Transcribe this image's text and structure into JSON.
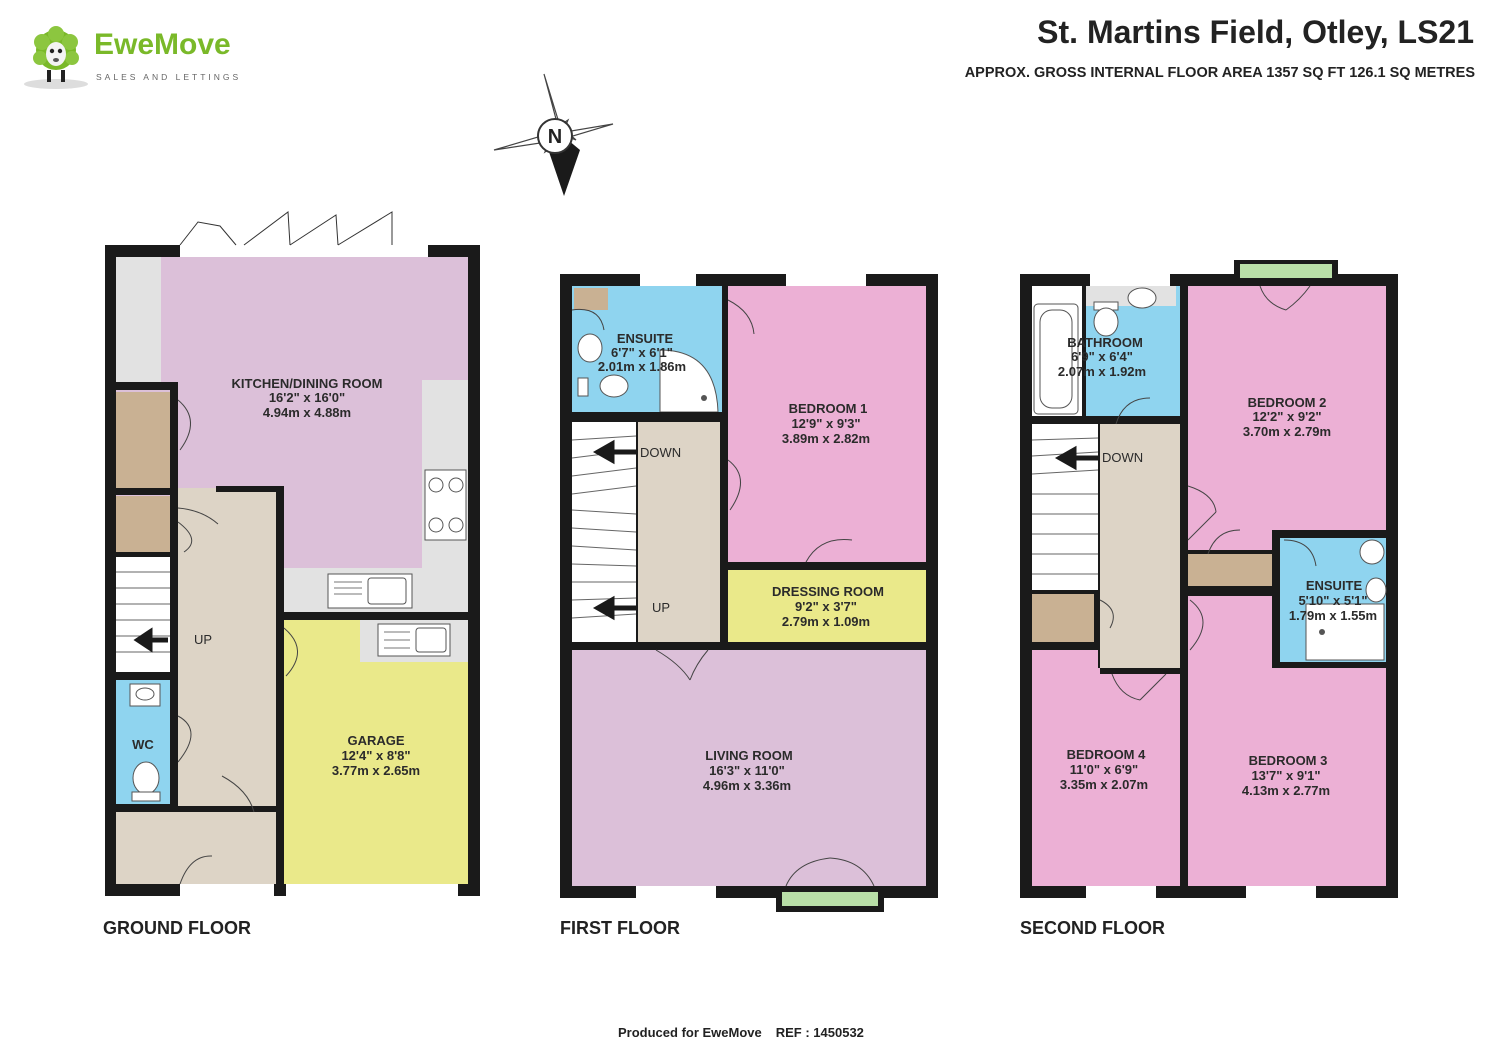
{
  "header": {
    "title": "St. Martins Field, Otley, LS21",
    "area": "APPROX. GROSS INTERNAL FLOOR AREA 1357 SQ FT 126.1 SQ METRES"
  },
  "brand": {
    "name": "EweMove",
    "tagline": "SALES AND LETTINGS",
    "color": "#7ab929"
  },
  "compass": {
    "label": "N"
  },
  "colors": {
    "wall": "#1a1a1a",
    "kitchen": "#dcc0d9",
    "living": "#dcc0d9",
    "bedroom": "#ecb0d5",
    "wet_room": "#8fd4ef",
    "garage": "#eae98a",
    "dressing": "#eae98a",
    "hallway": "#ddd4c6",
    "storage": "#c9b193",
    "worktop": "#e2e2e2",
    "window": "#b9dfa8"
  },
  "floors": {
    "ground": {
      "label": "GROUND FLOOR",
      "rooms": {
        "kitchen": {
          "name": "KITCHEN/DINING ROOM",
          "imperial": "16'2\"  x 16'0\"",
          "metric": "4.94m  x 4.88m"
        },
        "garage": {
          "name": "GARAGE",
          "imperial": "12'4\"  x 8'8\"",
          "metric": "3.77m  x 2.65m"
        },
        "wc": {
          "name": "WC"
        },
        "stairs": {
          "label": "UP"
        }
      }
    },
    "first": {
      "label": "FIRST FLOOR",
      "rooms": {
        "ensuite": {
          "name": "ENSUITE",
          "imperial": "6'7\"  x 6'1\"",
          "metric": "2.01m  x 1.86m"
        },
        "bedroom1": {
          "name": "BEDROOM 1",
          "imperial": "12'9\"  x 9'3\"",
          "metric": "3.89m  x 2.82m"
        },
        "dressing": {
          "name": "DRESSING ROOM",
          "imperial": "9'2\"  x 3'7\"",
          "metric": "2.79m  x 1.09m"
        },
        "living": {
          "name": "LIVING ROOM",
          "imperial": "16'3\"  x 11'0\"",
          "metric": "4.96m  x 3.36m"
        },
        "stairs_down": {
          "label": "DOWN"
        },
        "stairs_up": {
          "label": "UP"
        }
      }
    },
    "second": {
      "label": "SECOND FLOOR",
      "rooms": {
        "bathroom": {
          "name": "BATHROOM",
          "imperial": "6'9\"  x 6'4\"",
          "metric": "2.07m  x 1.92m"
        },
        "bedroom2": {
          "name": "BEDROOM 2",
          "imperial": "12'2\"  x 9'2\"",
          "metric": "3.70m  x 2.79m"
        },
        "ensuite": {
          "name": "ENSUITE",
          "imperial": "5'10\"  x 5'1\"",
          "metric": "1.79m  x 1.55m"
        },
        "bedroom4": {
          "name": "BEDROOM 4",
          "imperial": "11'0\"  x 6'9\"",
          "metric": "3.35m  x 2.07m"
        },
        "bedroom3": {
          "name": "BEDROOM 3",
          "imperial": "13'7\"  x 9'1\"",
          "metric": "4.13m  x 2.77m"
        },
        "stairs_down": {
          "label": "DOWN"
        }
      }
    }
  },
  "footer": {
    "produced": "Produced for EweMove",
    "ref": "REF : 1450532"
  }
}
